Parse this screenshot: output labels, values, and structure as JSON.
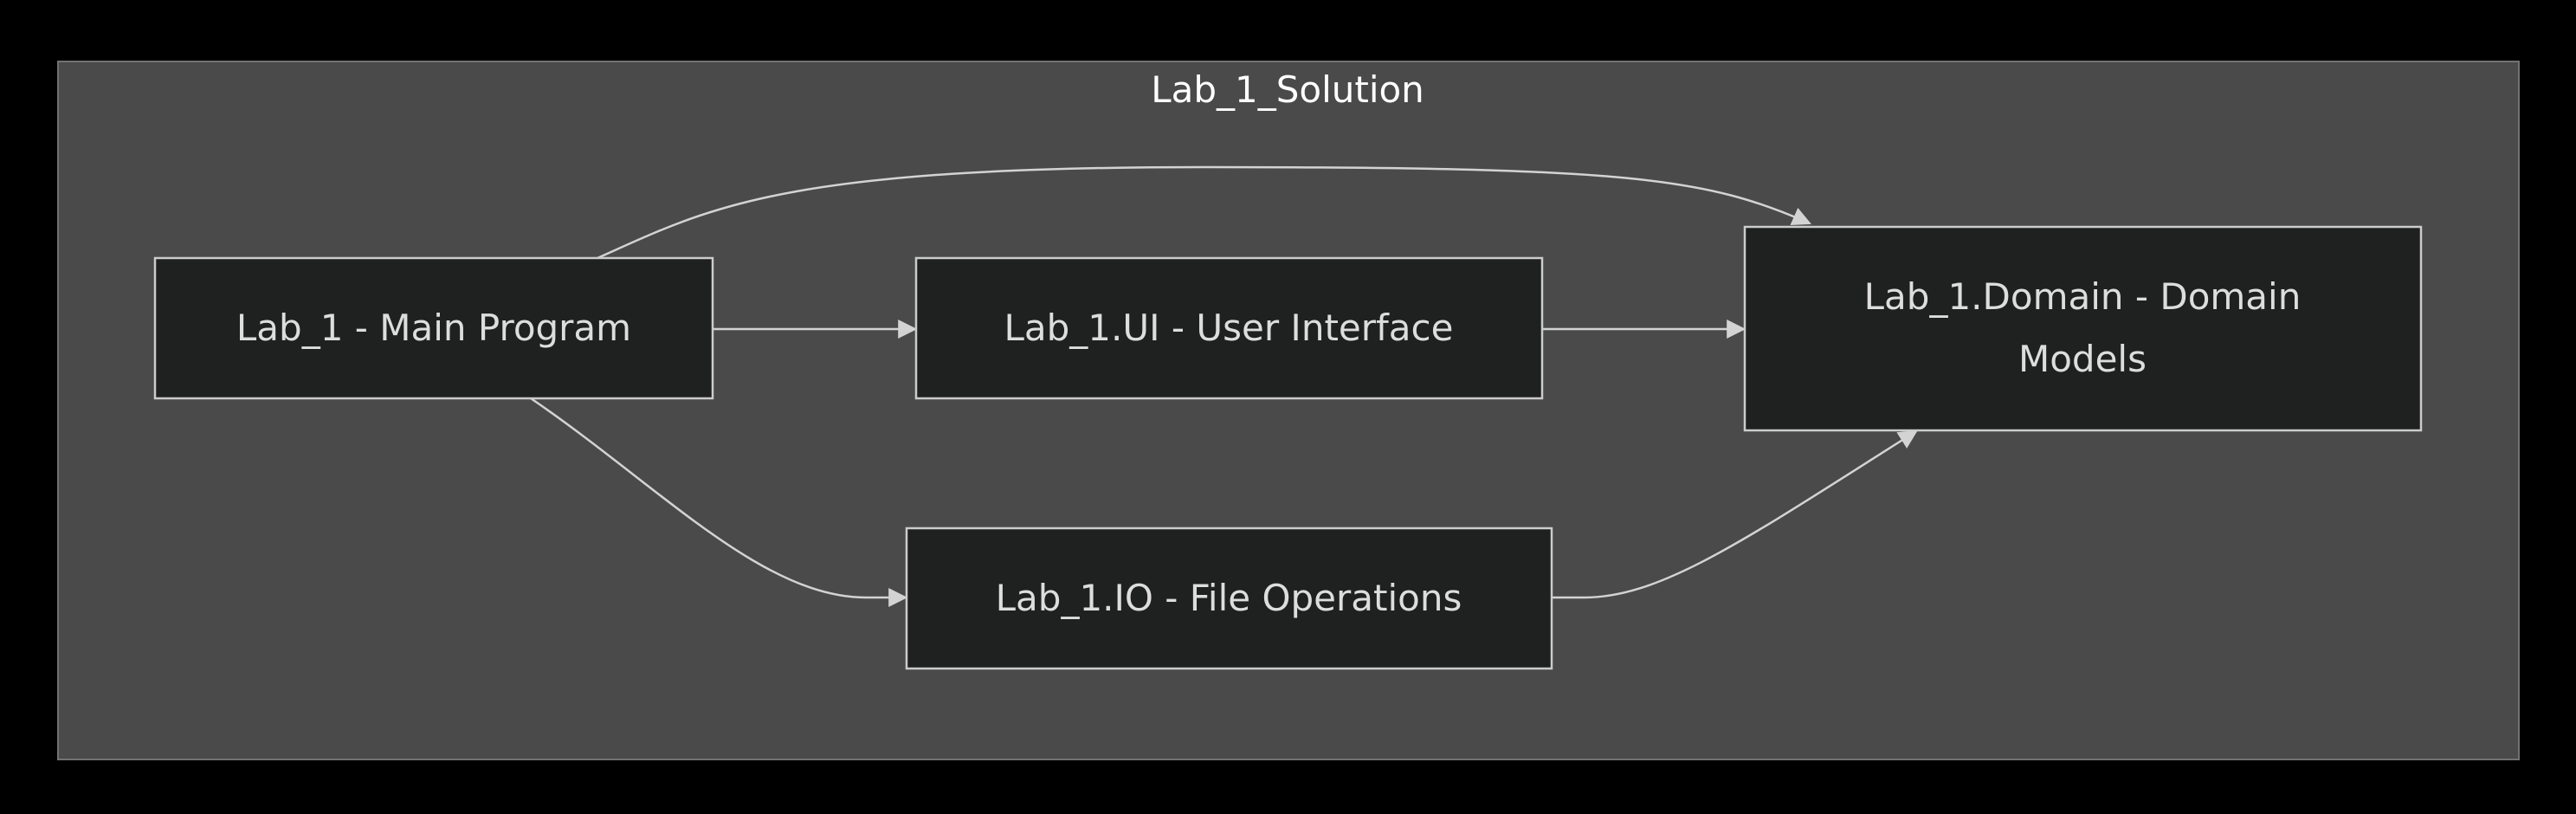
{
  "diagram": {
    "cluster": {
      "title": "Lab_1_Solution"
    },
    "nodes": {
      "main": {
        "label": "Lab_1 - Main Program"
      },
      "ui": {
        "label": "Lab_1.UI - User Interface"
      },
      "domain": {
        "line1": "Lab_1.Domain - Domain",
        "line2": "Models"
      },
      "io": {
        "label": "Lab_1.IO - File Operations"
      }
    },
    "edges": [
      {
        "from": "Lab_1 - Main Program",
        "to": "Lab_1.Domain - Domain Models"
      },
      {
        "from": "Lab_1 - Main Program",
        "to": "Lab_1.UI - User Interface"
      },
      {
        "from": "Lab_1 - Main Program",
        "to": "Lab_1.IO - File Operations"
      },
      {
        "from": "Lab_1.UI - User Interface",
        "to": "Lab_1.Domain - Domain Models"
      },
      {
        "from": "Lab_1.IO - File Operations",
        "to": "Lab_1.Domain - Domain Models"
      }
    ],
    "colors": {
      "background": "#000000",
      "cluster_fill": "#494a49",
      "node_fill": "#1f2020",
      "node_border": "#cccccc",
      "edge": "#d3d3d3",
      "text": "#dddddd"
    }
  }
}
